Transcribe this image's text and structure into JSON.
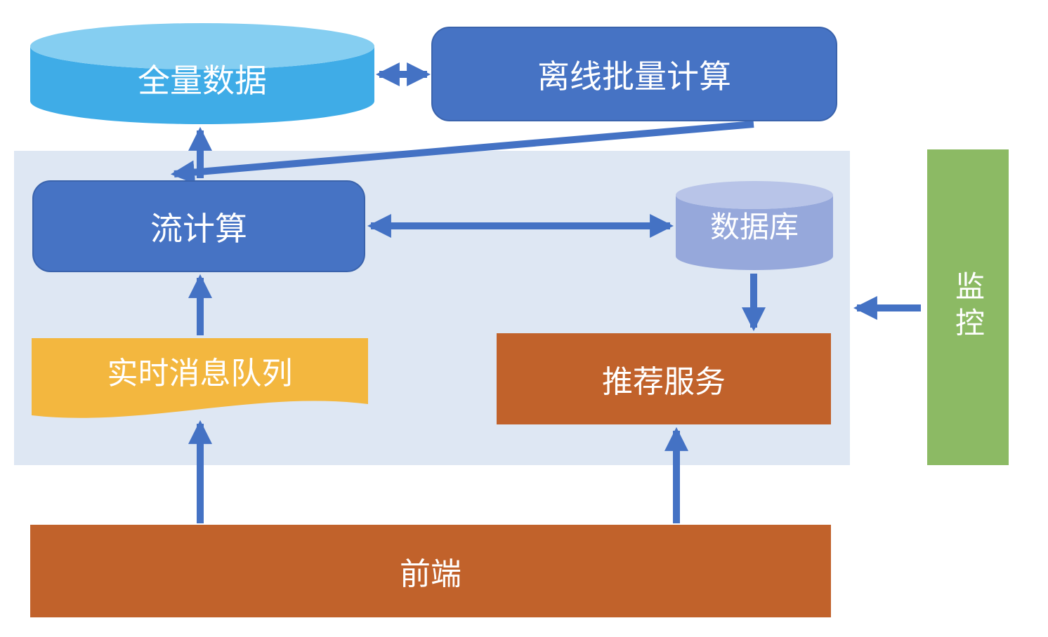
{
  "diagram": {
    "nodes": {
      "full_data": {
        "label": "全量数据",
        "shape": "cylinder",
        "color": "#3face7"
      },
      "offline_batch": {
        "label": "离线批量计算",
        "shape": "rounded-rect",
        "color": "#4673c4"
      },
      "stream_compute": {
        "label": "流计算",
        "shape": "rounded-rect",
        "color": "#4673c4"
      },
      "database": {
        "label": "数据库",
        "shape": "cylinder",
        "color": "#96a8db"
      },
      "realtime_queue": {
        "label": "实时消息队列",
        "shape": "document",
        "color": "#f3b73f"
      },
      "recommend_service": {
        "label": "推荐服务",
        "shape": "rect",
        "color": "#c1622b"
      },
      "frontend": {
        "label": "前端",
        "shape": "rect",
        "color": "#c1622b"
      },
      "monitor": {
        "label": "监控",
        "shape": "rect",
        "color": "#8cba64"
      }
    },
    "edges": [
      {
        "from": "full_data",
        "to": "offline_batch",
        "direction": "both"
      },
      {
        "from": "offline_batch",
        "to": "database",
        "direction": "one"
      },
      {
        "from": "stream_compute",
        "to": "full_data",
        "direction": "one"
      },
      {
        "from": "stream_compute",
        "to": "database",
        "direction": "both"
      },
      {
        "from": "database",
        "to": "recommend_service",
        "direction": "one"
      },
      {
        "from": "realtime_queue",
        "to": "stream_compute",
        "direction": "one"
      },
      {
        "from": "frontend",
        "to": "realtime_queue",
        "direction": "one"
      },
      {
        "from": "frontend",
        "to": "recommend_service",
        "direction": "one"
      },
      {
        "from": "monitor",
        "to": "online-panel",
        "direction": "one"
      }
    ],
    "colors": {
      "arrow": "#4472c4",
      "panel_background": "#dee7f3",
      "blue_box_fill": "#4673c4",
      "blue_box_border": "#3a63ac",
      "cyan_cylinder_body": "#3face7",
      "cyan_cylinder_top": "#85cef1",
      "lavender_cylinder_body": "#96a8db",
      "lavender_cylinder_top": "#b8c4e8",
      "yellow_document": "#f3b73f",
      "orange_rect": "#c1622b",
      "green_rect": "#8cba64",
      "text": "#ffffff"
    }
  }
}
